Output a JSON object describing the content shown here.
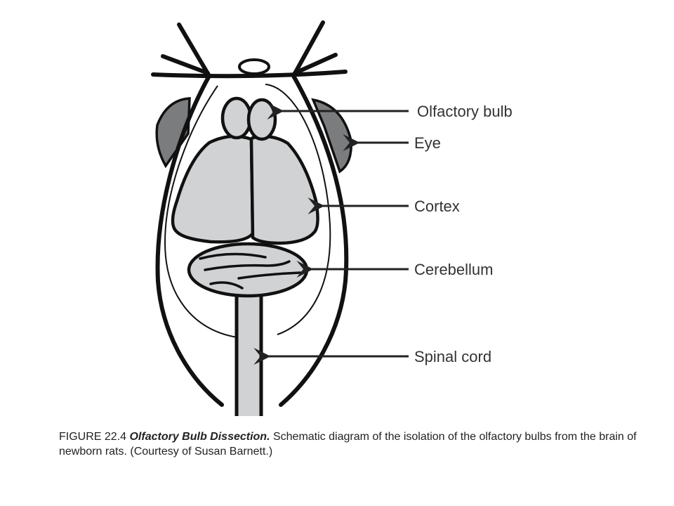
{
  "labels": {
    "olfactory_bulb": "Olfactory bulb",
    "eye": "Eye",
    "cortex": "Cortex",
    "cerebellum": "Cerebellum",
    "spinal_cord": "Spinal cord"
  },
  "caption": {
    "figure_number": "FIGURE 22.4",
    "title": "Olfactory Bulb Dissection.",
    "text": "Schematic diagram of the isolation of the olfactory bulbs from the brain of newborn rats. (Courtesy of Susan Barnett.)"
  },
  "colors": {
    "outline": "#111111",
    "brain_fill": "#d0d2d3",
    "eye_fill": "#7a7c7e",
    "label_text": "#333333"
  }
}
